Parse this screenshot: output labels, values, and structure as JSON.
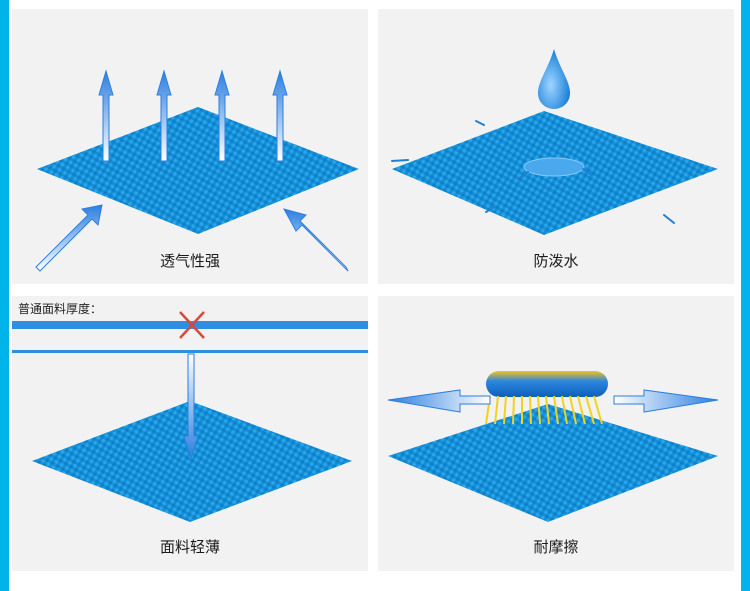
{
  "colors": {
    "background_edge": "#00b4ea",
    "fabric_blue": "#1590d8",
    "arrow_blue": "#3a8fe3",
    "panel_bg": "#f2f2f2",
    "cross_red": "#d44b3a",
    "brush_bristles": "#f3d21d"
  },
  "panels": [
    {
      "caption": "透气性强",
      "icon": "breathable-arrows-icon"
    },
    {
      "caption": "防泼水",
      "icon": "water-drop-icon"
    },
    {
      "heading": "普通面料厚度：",
      "caption": "面料轻薄",
      "icon": "thin-fabric-icon"
    },
    {
      "caption": "耐摩擦",
      "icon": "brush-abrasion-icon"
    }
  ]
}
